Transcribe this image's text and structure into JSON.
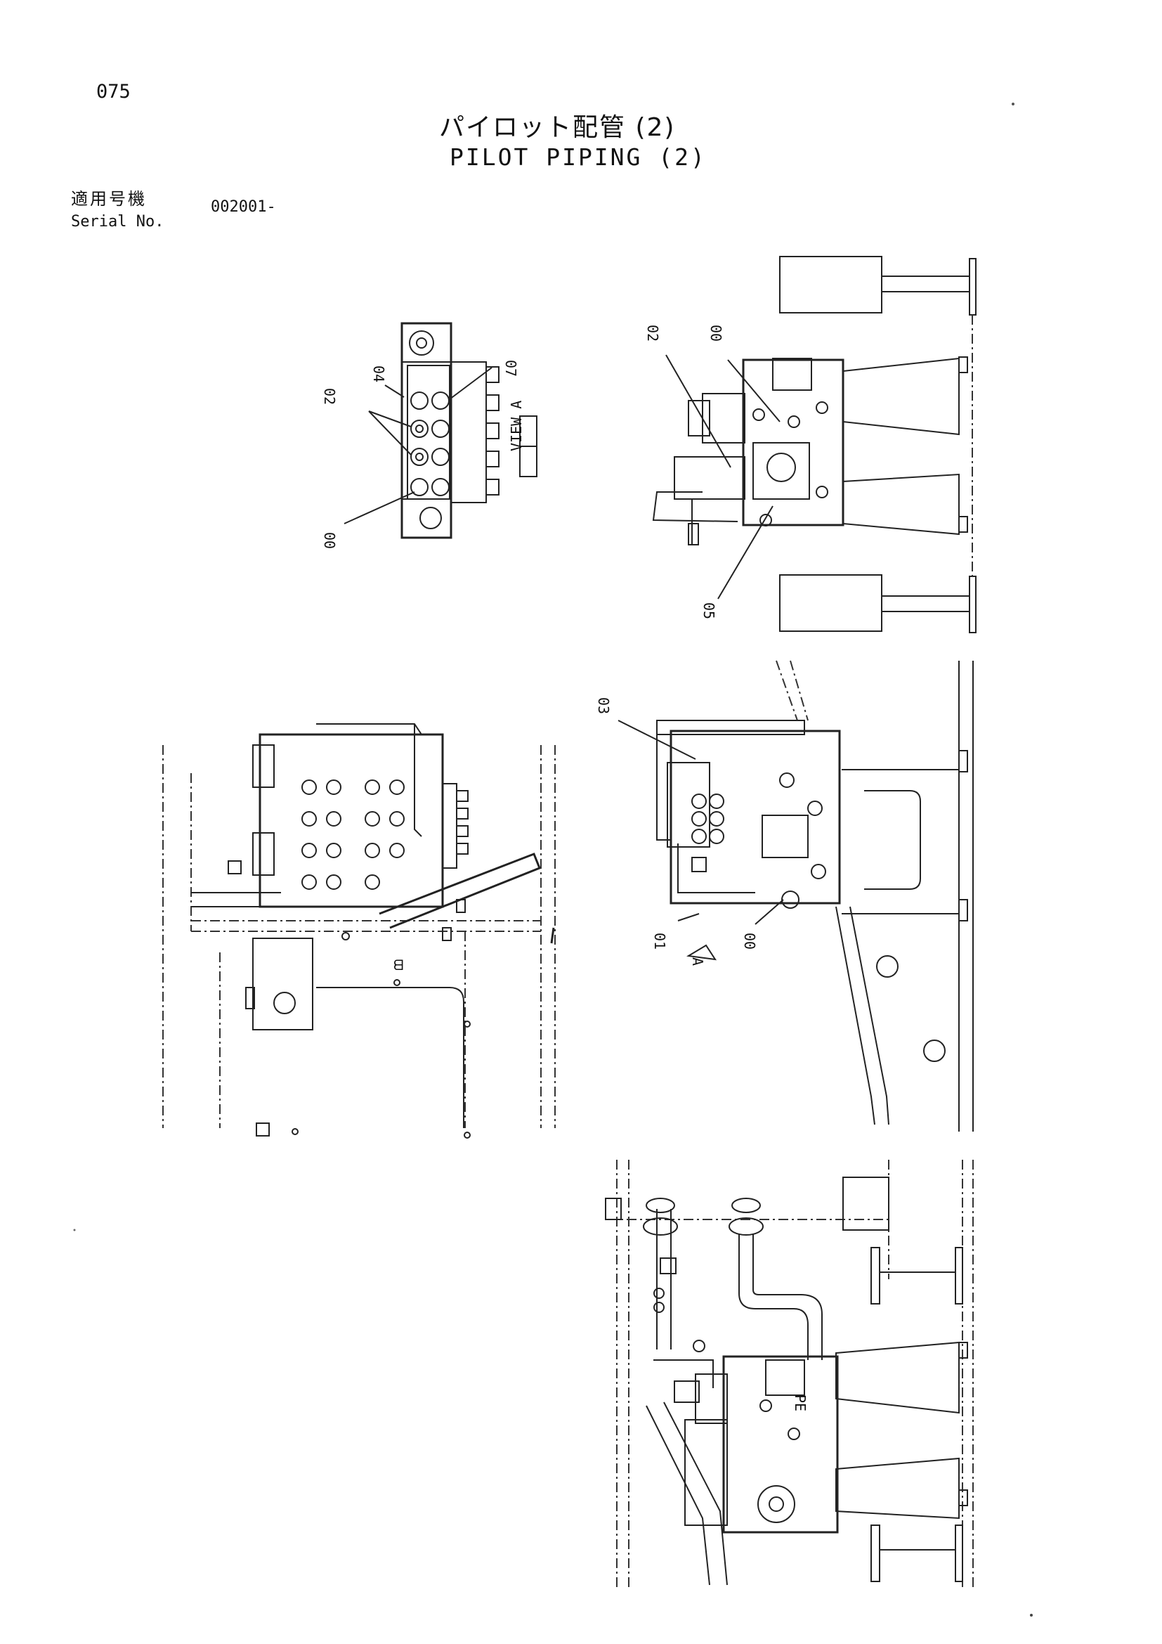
{
  "header": {
    "page_number": "075",
    "title_jp": "パイロット配管 (2)",
    "title_en": "PILOT PIPING (2)"
  },
  "serial": {
    "label_jp": "適用号機",
    "label_en": "Serial No.",
    "value": "002001-"
  },
  "view_a": {
    "callouts": [
      "04",
      "07",
      "02",
      "00"
    ],
    "view_tag": "VIEW A"
  },
  "top_right": {
    "callouts": [
      "02",
      "00",
      "05"
    ]
  },
  "middle_right": {
    "callouts": [
      "03",
      "01",
      "00"
    ],
    "view_arrow": "A"
  },
  "bottom_right": {
    "callouts": [
      "PE"
    ]
  }
}
